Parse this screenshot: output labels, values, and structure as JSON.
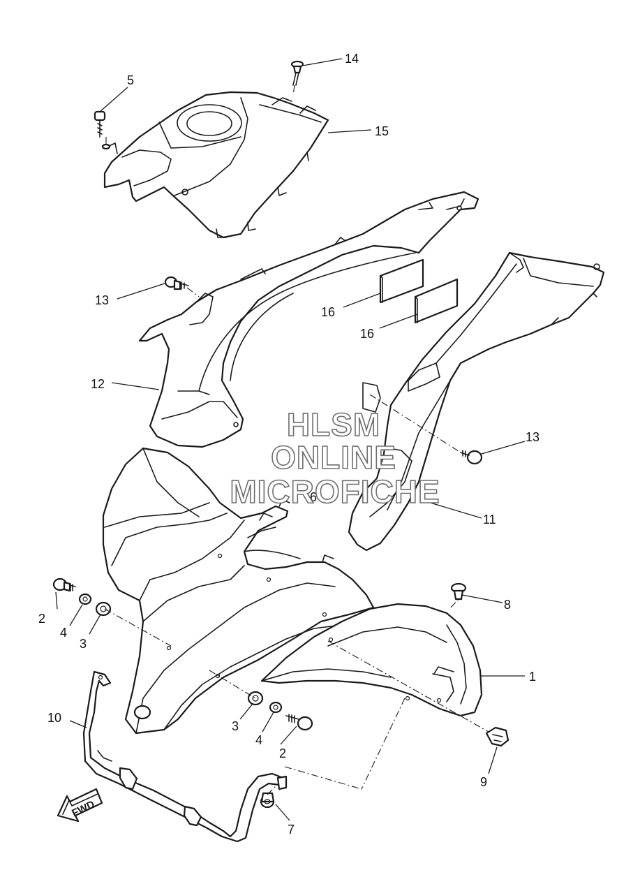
{
  "callouts": [
    {
      "id": "c1",
      "text": "1"
    },
    {
      "id": "c2a",
      "text": "2"
    },
    {
      "id": "c2b",
      "text": "2"
    },
    {
      "id": "c3a",
      "text": "3"
    },
    {
      "id": "c3b",
      "text": "3"
    },
    {
      "id": "c4a",
      "text": "4"
    },
    {
      "id": "c4b",
      "text": "4"
    },
    {
      "id": "c5",
      "text": "5"
    },
    {
      "id": "c6",
      "text": "6"
    },
    {
      "id": "c7",
      "text": "7"
    },
    {
      "id": "c8",
      "text": "8"
    },
    {
      "id": "c9",
      "text": "9"
    },
    {
      "id": "c10",
      "text": "10"
    },
    {
      "id": "c11",
      "text": "11"
    },
    {
      "id": "c12",
      "text": "12"
    },
    {
      "id": "c13a",
      "text": "13"
    },
    {
      "id": "c13b",
      "text": "13"
    },
    {
      "id": "c14",
      "text": "14"
    },
    {
      "id": "c15",
      "text": "15"
    },
    {
      "id": "c16a",
      "text": "16"
    },
    {
      "id": "c16b",
      "text": "16"
    }
  ],
  "watermark": {
    "line1": "HLSM",
    "line2": "ONLINE",
    "line3": "MICROFICHE"
  },
  "direction_arrow": {
    "label": "FWD",
    "icon": "fwd-arrow-icon"
  }
}
